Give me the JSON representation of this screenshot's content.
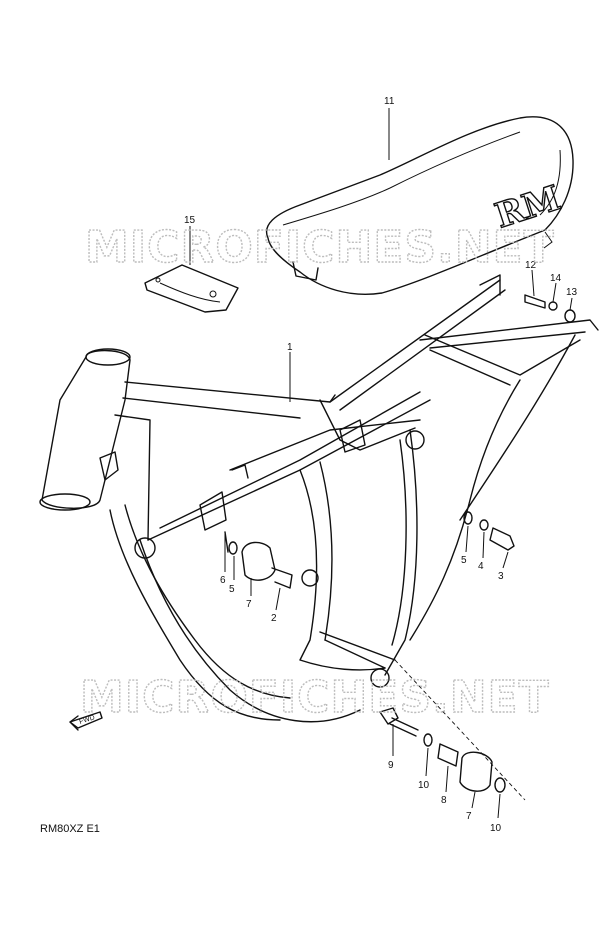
{
  "watermark": "MICROFICHES.NET",
  "caption": "RM80XZ E1",
  "fwd_label": "FWD",
  "seat_logo": "RM",
  "callouts": {
    "n1": "1",
    "n2": "2",
    "n3": "3",
    "n4": "4",
    "n5a": "5",
    "n5b": "5",
    "n6": "6",
    "n7a": "7",
    "n7b": "7",
    "n8": "8",
    "n9": "9",
    "n10a": "10",
    "n10b": "10",
    "n11": "11",
    "n12": "12",
    "n13": "13",
    "n14": "14",
    "n15": "15"
  }
}
